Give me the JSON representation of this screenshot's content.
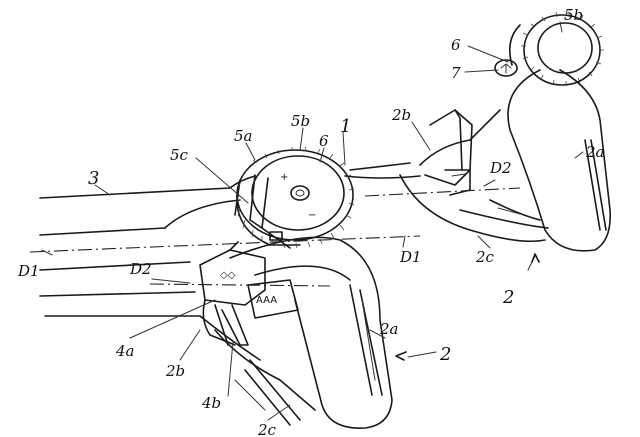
{
  "labels": {
    "l_5b_top": "5b",
    "l_6_top": "6",
    "l_7": "7",
    "l_2b_right": "2b",
    "l_2a_right": "2a",
    "l_D2_right": "D2",
    "l_2c_right": "2c",
    "l_2_right": "2",
    "l_3": "3",
    "l_5c": "5c",
    "l_5a": "5a",
    "l_5b_mid": "5b",
    "l_1": "1",
    "l_6_mid": "6",
    "l_D1_left": "D1",
    "l_D1_right": "D1",
    "l_D2_left": "D2",
    "l_4a": "4a",
    "l_2b_left": "2b",
    "l_4b": "4b",
    "l_2a_mid": "2a",
    "l_2_mid": "2",
    "l_2c_bottom": "2c"
  },
  "symbols": {
    "plus": "+",
    "minus": "−",
    "pad_triangles": "◇◇",
    "pad_a": "AAA"
  }
}
